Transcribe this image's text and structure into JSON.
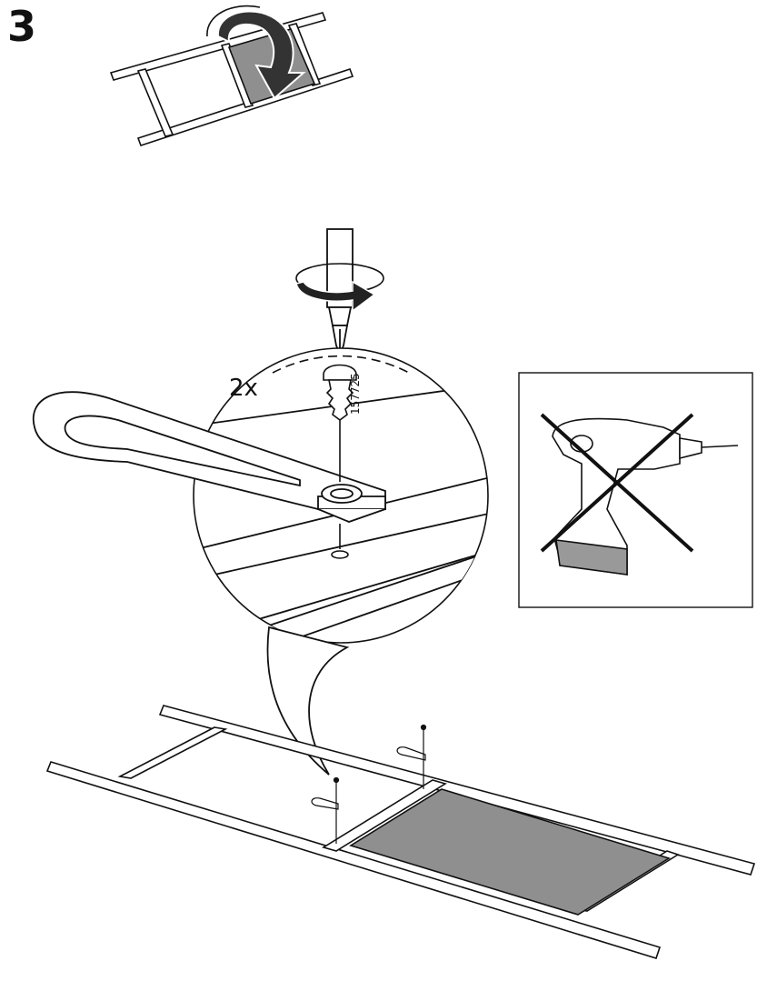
{
  "step": {
    "number": "3"
  },
  "detail": {
    "quantity": "2x",
    "part_number": "157725"
  },
  "icons": {
    "rotate": "rotate-arrow-icon",
    "screwdriver": "screwdriver-icon",
    "screw": "screw-icon",
    "no_drill": "no-power-drill-icon"
  },
  "colors": {
    "line": "#111111",
    "fabric": "#8f8f8f",
    "background": "#ffffff"
  }
}
